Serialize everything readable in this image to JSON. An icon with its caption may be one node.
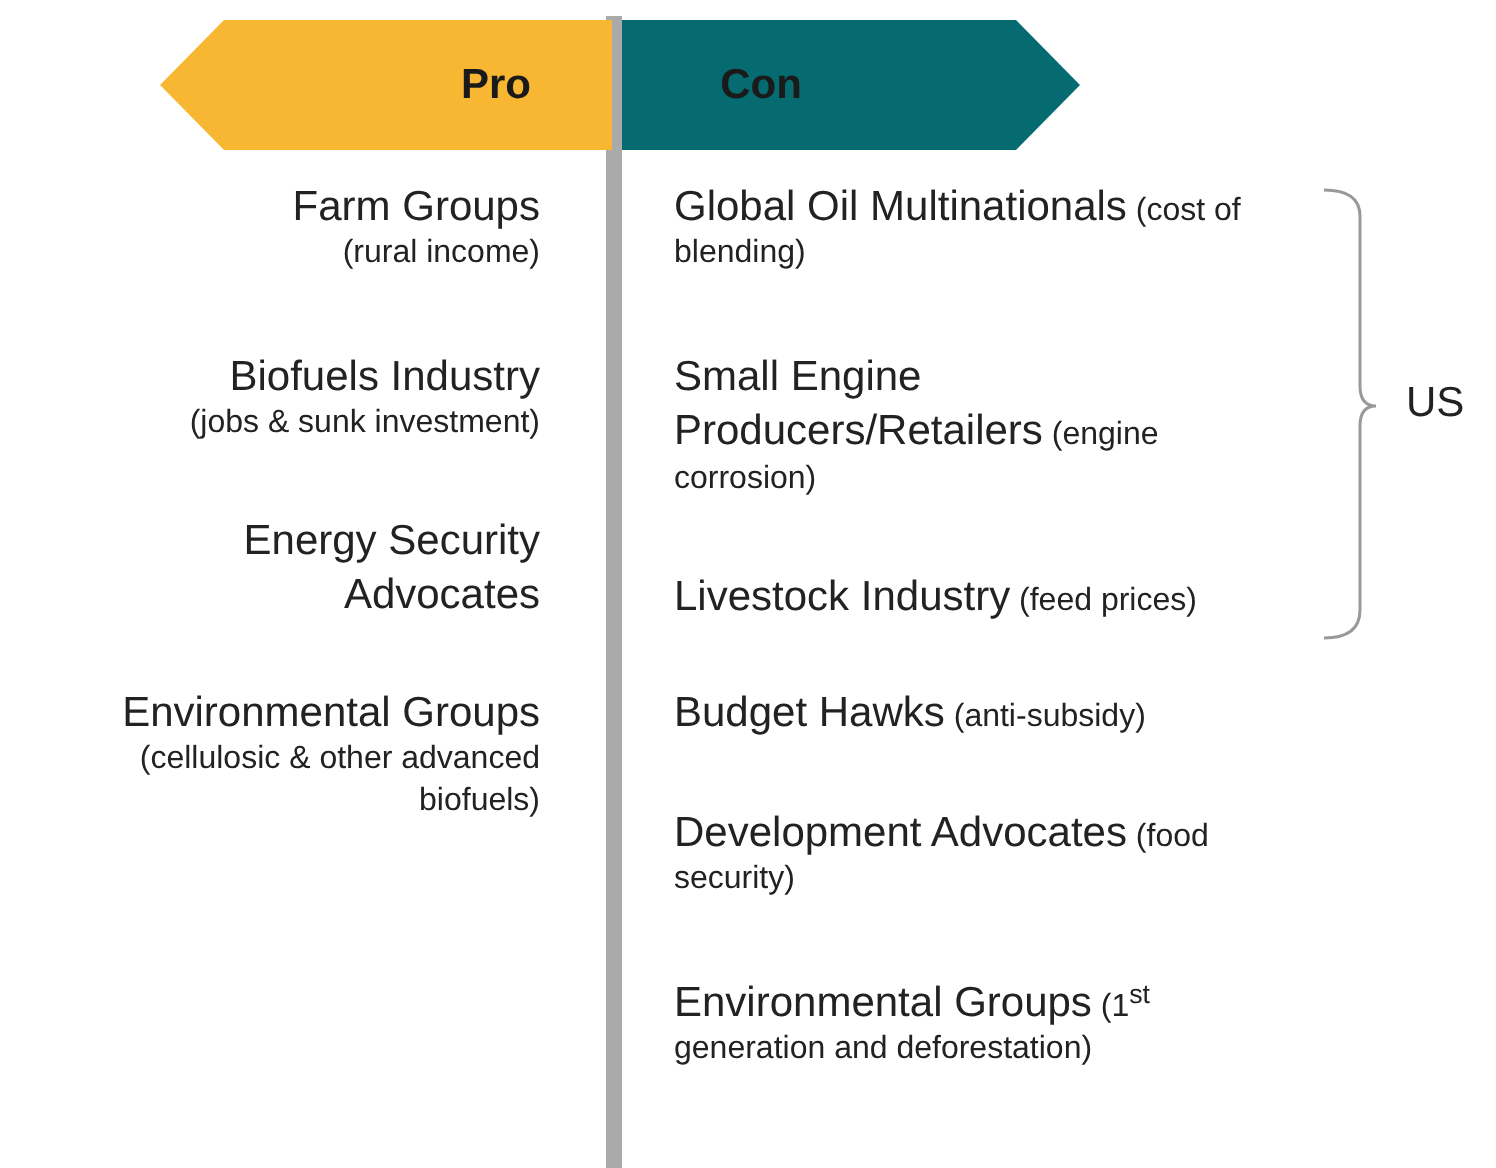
{
  "diagram": {
    "nodes": [
      {
        "text": [
          "Pro"
        ]
      },
      {
        "text": [
          "Con"
        ]
      }
    ],
    "edges": [],
    "labels": [
      "Farm Groups",
      "(rural income)",
      "Biofuels Industry",
      "(jobs & sunk investment)",
      "Energy Security Advocates",
      "Environmental Groups",
      "(cellulosic & other advanced biofuels)",
      "Global Oil Multinationals",
      "(cost of blending)",
      "Small Engine Producers/Retailers",
      "(engine corrosion)",
      "Livestock Industry",
      "(feed prices)",
      "US",
      "Budget Hawks",
      "(anti-subsidy)",
      "Development Advocates",
      "(food security)",
      "Environmental Groups",
      "(1$^{st}$ generation and deforestation)"
    ]
  }
}
